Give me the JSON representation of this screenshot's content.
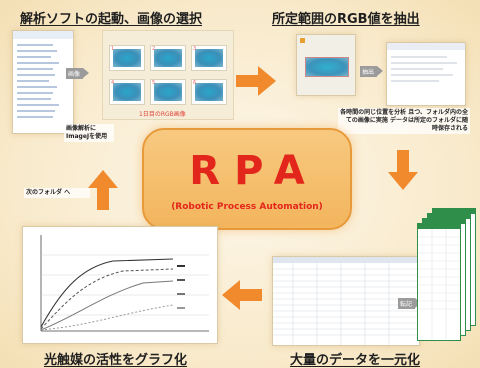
{
  "steps": {
    "step1_title": "解析ソフトの起動、画像の選択",
    "step2_title": "所定範囲のRGB値を抽出",
    "step3_title": "大量のデータを一元化",
    "step4_title": "光触媒の活性をグラフ化"
  },
  "center": {
    "title": "RPA",
    "subtitle": "(Robotic Process Automation)"
  },
  "tags": {
    "step1_tag": "画像",
    "step2_tag": "抽出",
    "step3_tag": "転記"
  },
  "notes": {
    "step1_caption": "画像解析に ImageJを使用",
    "step1_grid_label": "1日目のRGB画像",
    "step2_note": "各時間の同じ位置を分析 且つ、フォルダ内の全ての画像に実施 データは所定のフォルダに随時保存される",
    "next_folder": "次のフォルダ へ"
  },
  "grid_tiles": [
    "1",
    "2",
    "3",
    "4",
    "5",
    "6"
  ],
  "colors": {
    "accent_orange": "#f08a2c",
    "rpa_red": "#e3261b",
    "rpa_fill": "#f5bd6a"
  }
}
